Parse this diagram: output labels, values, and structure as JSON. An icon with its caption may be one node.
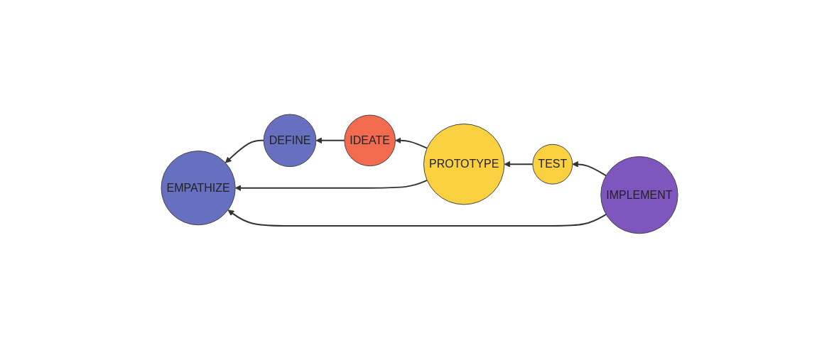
{
  "diagram": {
    "nodes": [
      {
        "text": [
          "EMPATHIZE"
        ]
      },
      {
        "text": [
          "DEFINE"
        ]
      },
      {
        "text": [
          "IDEATE"
        ]
      },
      {
        "text": [
          "PROTOTYPE"
        ]
      },
      {
        "text": [
          "TEST"
        ]
      },
      {
        "text": [
          "IMPLEMENT"
        ]
      }
    ],
    "edges": [
      {
        "from": 1,
        "to": 0,
        "arrow": "to"
      },
      {
        "from": 2,
        "to": 1,
        "arrow": "to"
      },
      {
        "from": 3,
        "to": 2,
        "arrow": "to"
      },
      {
        "from": 4,
        "to": 3,
        "arrow": "to"
      },
      {
        "from": 5,
        "to": 4,
        "arrow": "to"
      },
      {
        "from": 3,
        "to": 0,
        "arrow": "to"
      },
      {
        "from": 5,
        "to": 0,
        "arrow": "to"
      }
    ]
  }
}
